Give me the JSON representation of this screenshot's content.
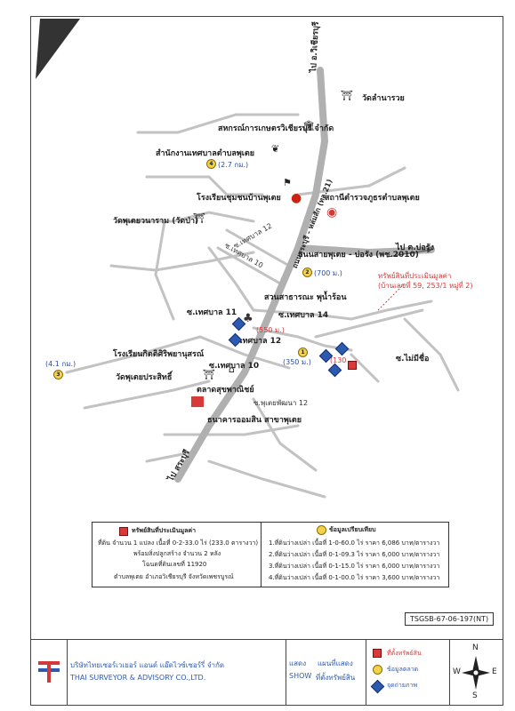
{
  "map": {
    "roads": {
      "main_north": "ไป อ.วิเชียรบุรี",
      "main_south": "ไป สระบุรี",
      "main_road_name": "ถนนสระบุรี - หล่มสัก (ทล.21)",
      "cross_road": "ถนนสายพุเตย - บ่อรัง (พช.2010)",
      "to_borang": "ไป ต.บ่อรัง",
      "soi_12": "ซ.เทศบาล 12",
      "soi_10": "ซ.เทศบาล 10",
      "soi_11": "ซ.เทศบาล 11",
      "soi_14": "ซ.เทศบาล 14",
      "soi_12b": "ซ.เทศบาล 12",
      "soi_10b": "ซ.เทศบาล 10",
      "soi_putoey12": "ซ.พุเตยพัฒนา 12",
      "soi_maisrue": "ซ.ไม่มีชื่อ"
    },
    "places": {
      "wat_lamnarauay": "วัดลำนารวย",
      "coop": "สหกรณ์การเกษตรวิเชียรบุรี จำกัด",
      "municipal_office": "สำนักงานเทศบาลตำบลพุเตย",
      "school_putoey": "โรงเรียนชุมชนบ้านพุเตย",
      "police": "สถานีตำรวจภูธรตำบลพุเตย",
      "wat_putoey_wanaram": "วัดพุเตยวนาราม (วัดป่า)",
      "park": "สวนสาธารณะ พุน้ำร้อน",
      "school_kitsiri": "โรงเรียนกิตติศิริพยานุสรณ์",
      "wat_prasit": "วัดพุเตยประสิทธิ์",
      "market": "ตลาดสุขพาณิชย์",
      "bank": "ธนาคารออมสิน สาขาพุเตย"
    },
    "distances": {
      "d4": "(2.7 กม.)",
      "d2": "(700 ม.)",
      "d550": "(550 ม.)",
      "d350": "(350 ม.)",
      "d130": "(130",
      "d41": "(4.1 กม.)"
    },
    "pins": {
      "p1": "1",
      "p2": "2",
      "p3": "3",
      "p4": "4"
    },
    "subject_note_1": "ทรัพย์สินที่ประเมินมูลค่า",
    "subject_note_2": "(บ้านเลขที่ 59, 253/1 หมู่ที่ 2)"
  },
  "legend_left": {
    "title": "ทรัพย์สินที่ประเมินมูลค่า",
    "line1": "ที่ดิน จำนวน 1 แปลง เนื้อที่ 0-2-33.0 ไร่ (233.0 ตารางวา)",
    "line2": "พร้อมสิ่งปลูกสร้าง จำนวน 2 หลัง",
    "line3": "โฉนดที่ดินเลขที่ 11920",
    "line4": "ตำบลพุเตย อำเภอวิเชียรบุรี จังหวัดเพชรบูรณ์"
  },
  "legend_right": {
    "title": "ข้อมูลเปรียบเทียบ",
    "items": [
      "1.ที่ดินว่างเปล่า เนื้อที่ 1-0-60.0 ไร่ ราคา 6,086 บาท/ตารางวา",
      "2.ที่ดินว่างเปล่า เนื้อที่ 0-1-09.3 ไร่ ราคา 6,000 บาท/ตารางวา",
      "3.ที่ดินว่างเปล่า เนื้อที่ 0-1-15.0 ไร่ ราคา 6,000 บาท/ตารางวา",
      "4.ที่ดินว่างเปล่า เนื้อที่ 0-1-00.0 ไร่ ราคา 3,600 บาท/ตารางวา"
    ]
  },
  "ref_code": "TSGSB-67-06-197(NT)",
  "footer": {
    "company_th": "บริษัทไทยเซอร์เวเยอร์ แอนด์ แอ๊ดไวซ์เซอร์รี่ จำกัด",
    "company_en": "THAI SURVEYOR & ADVISORY CO.,LTD.",
    "show_th_1": "แสดง",
    "show_th_2": "แผนที่แสดง",
    "show_en": "SHOW",
    "show_th_3": "ที่ตั้งทรัพย์สิน",
    "key_subject": "ที่ตั้งทรัพย์สิน",
    "key_market": "ข้อมูลตลาด",
    "key_photo": "จุดถ่ายภาพ",
    "compass": {
      "n": "N",
      "s": "S",
      "e": "E",
      "w": "W"
    }
  },
  "colors": {
    "road": "#bdbdbd",
    "main_road": "#a9a9a9",
    "subject": "#d83a3a",
    "pin": "#f2d24a",
    "photo": "#2d5ab0"
  }
}
